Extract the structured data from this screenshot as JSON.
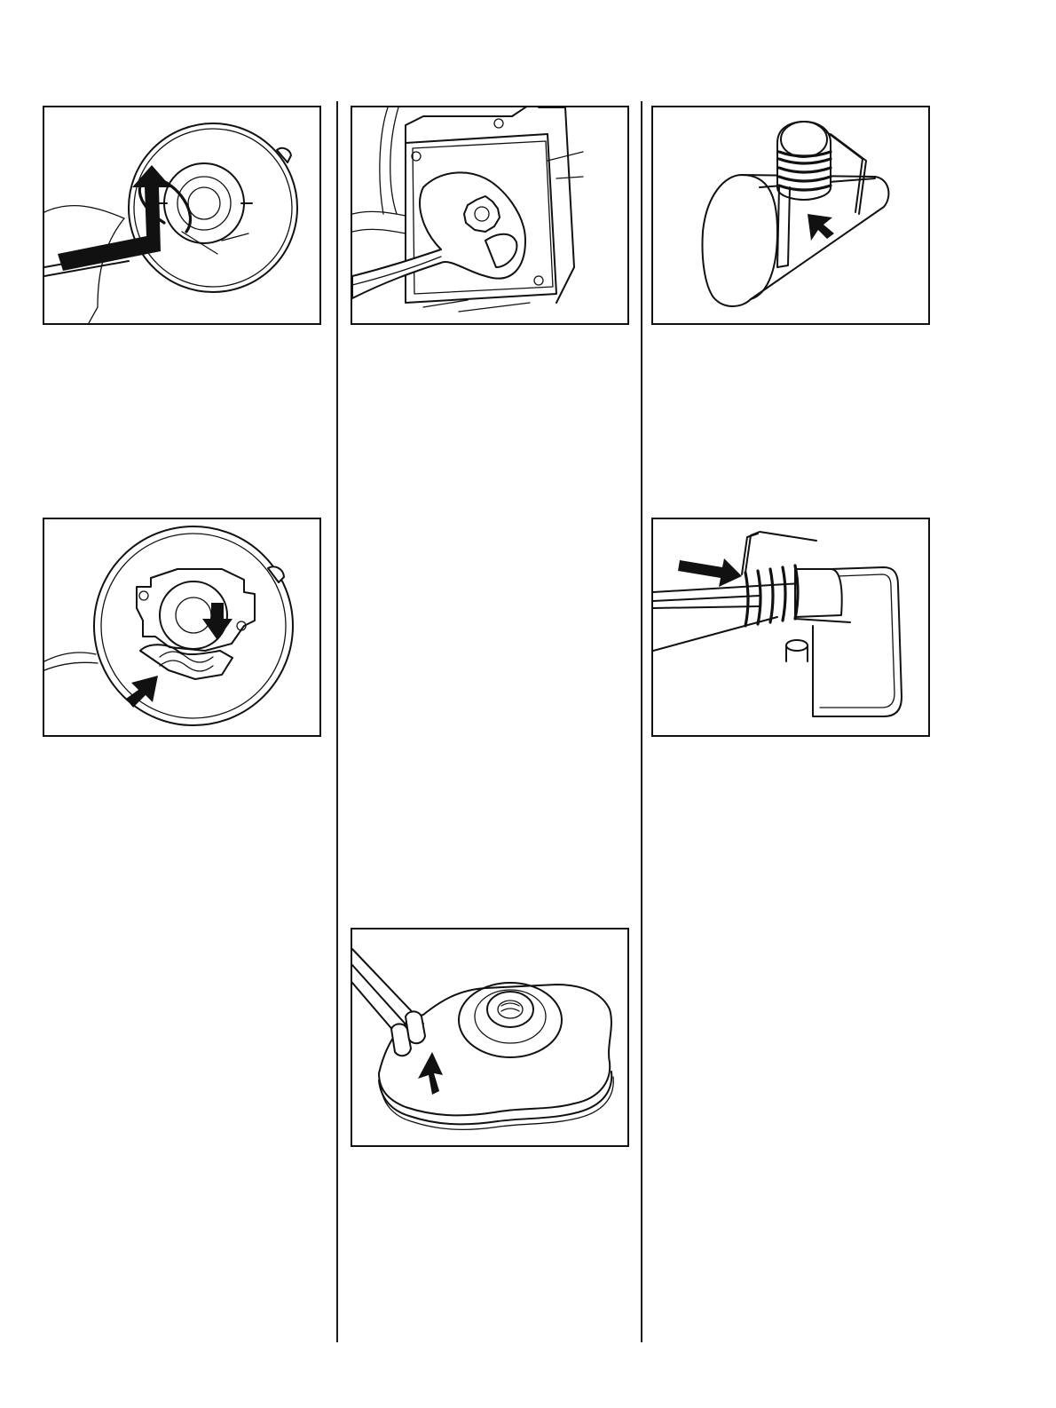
{
  "page": {
    "background": "#ffffff",
    "line_color": "#111111"
  },
  "figures": [
    {
      "id": "fig-a",
      "subject": "rewind-spring-removal",
      "arrows": 1
    },
    {
      "id": "fig-b",
      "subject": "starter-pawl-spring",
      "arrows": 2
    },
    {
      "id": "fig-c",
      "subject": "wrench-on-rope-rotor-nut",
      "arrows": 0
    },
    {
      "id": "fig-d",
      "subject": "pliers-on-rope-rotor",
      "arrows": 1
    },
    {
      "id": "fig-e",
      "subject": "pawl-with-torsion-spring",
      "arrows": 1
    },
    {
      "id": "fig-f",
      "subject": "spring-on-pawl-post",
      "arrows": 1
    }
  ]
}
